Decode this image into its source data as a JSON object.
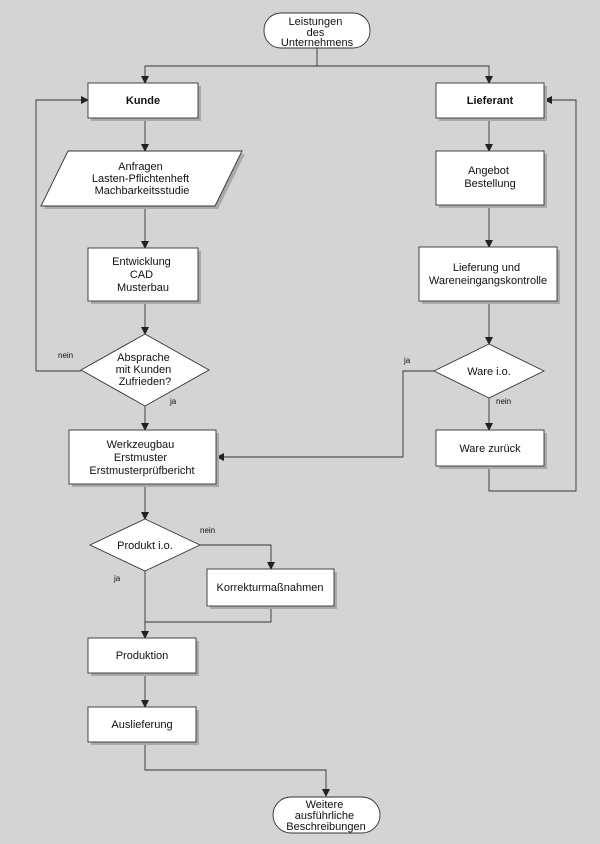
{
  "nodes": {
    "start": [
      "Leistungen",
      "des",
      "Unternehmens"
    ],
    "kunde": [
      "Kunde"
    ],
    "lieferant": [
      "Lieferant"
    ],
    "anfragen": [
      "Anfragen",
      "Lasten-Pflichtenheft",
      "Machbarkeitsstudie"
    ],
    "angebot": [
      "Angebot",
      "Bestellung"
    ],
    "entwicklung": [
      "Entwicklung",
      "CAD",
      "Musterbau"
    ],
    "lieferung": [
      "Lieferung und",
      "Wareneingangskontrolle"
    ],
    "absprache": [
      "Absprache",
      "mit Kunden",
      "Zufrieden?"
    ],
    "ware_io": [
      "Ware i.o."
    ],
    "ware_zurueck": [
      "Ware zurück"
    ],
    "werkzeugbau": [
      "Werkzeugbau",
      "Erstmuster",
      "Erstmusterprüfbericht"
    ],
    "produkt_io": [
      "Produkt i.o."
    ],
    "korrektur": [
      "Korrekturmaßnahmen"
    ],
    "produktion": [
      "Produktion"
    ],
    "auslieferung": [
      "Auslieferung"
    ],
    "end": [
      "Weitere",
      "ausführliche",
      "Beschreibungen"
    ]
  },
  "edge_labels": {
    "absprache_nein": "nein",
    "absprache_ja": "ja",
    "ware_ja": "ja",
    "ware_nein": "nein",
    "produkt_nein": "nein",
    "produkt_ja": "ja"
  }
}
